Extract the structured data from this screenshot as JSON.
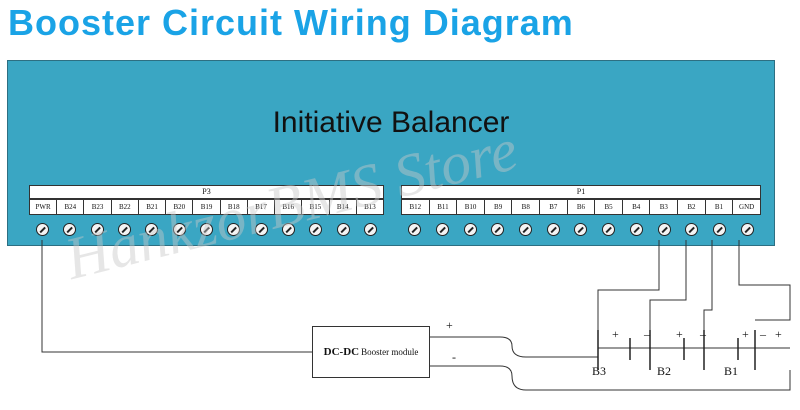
{
  "title": "Booster Circuit Wiring Diagram",
  "board_label": "Initiative Balancer",
  "p3": {
    "header": "P3",
    "pins": [
      "PWR",
      "B24",
      "B23",
      "B22",
      "B21",
      "B20",
      "B19",
      "B18",
      "B17",
      "B16",
      "B15",
      "B14",
      "B13"
    ]
  },
  "p1": {
    "header": "P1",
    "pins": [
      "B12",
      "B11",
      "B10",
      "B9",
      "B8",
      "B7",
      "B6",
      "B5",
      "B4",
      "B3",
      "B2",
      "B1",
      "GND"
    ]
  },
  "booster": {
    "dcdc": "DC-DC",
    "module": "Booster module",
    "plus": "+",
    "minus": "-"
  },
  "battery_signs": [
    "+",
    "–",
    "+",
    "–",
    "+",
    "–",
    "+"
  ],
  "battery_labels": [
    "B3",
    "B2",
    "B1"
  ],
  "watermark": "HankzorBMS Store"
}
